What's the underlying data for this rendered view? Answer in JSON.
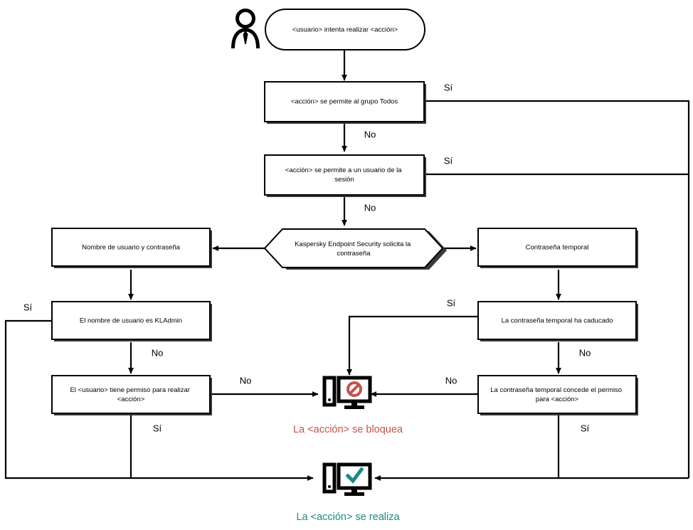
{
  "diagram": {
    "title": "Flujo de autorizacion de acciones de Kaspersky Endpoint Security",
    "colors": {
      "stroke": "#000000",
      "box_fill": "#ffffff",
      "blocked": "#C4524A",
      "allowed": "#1A8A82",
      "background": "#ffffff"
    }
  },
  "actor": {
    "icon": "person-icon"
  },
  "nodes": {
    "start": {
      "label": "<usuario> intenta realizar <acción>",
      "shape": "rounded-terminator"
    },
    "group_everyone": {
      "label": "<acción> se permite al grupo Todos",
      "shape": "rectangle"
    },
    "session_user": {
      "label": "<acción> se permite a un usuario de la sesión",
      "shape": "rectangle"
    },
    "kes_prompt": {
      "label": "Kaspersky Endpoint Security solicita la contraseña",
      "shape": "hexagon"
    },
    "user_password": {
      "label": "Nombre de usuario y contraseña",
      "shape": "rectangle"
    },
    "temp_password": {
      "label": "Contraseña temporal",
      "shape": "rectangle"
    },
    "is_kladmin": {
      "label": "El nombre de usuario es KLAdmin",
      "shape": "rectangle"
    },
    "temp_expired": {
      "label": "La contraseña temporal ha caducado",
      "shape": "rectangle"
    },
    "user_has_permission": {
      "label_line1": "El <usuario> tiene permiso para realizar",
      "label_line2": "<acción>",
      "shape": "rectangle"
    },
    "temp_grants_permission": {
      "label_line1": "La contraseña temporal concede el permiso",
      "label_line2": "para <acción>",
      "shape": "rectangle"
    }
  },
  "outcomes": {
    "blocked": {
      "icon": "computer-blocked-icon",
      "label": "La <acción> se bloquea",
      "color": "#C4524A"
    },
    "allowed": {
      "icon": "computer-allowed-icon",
      "label": "La <acción> se realiza",
      "color": "#1A8A82"
    }
  },
  "edge_labels": {
    "yes_group_everyone": "Sí",
    "no_group_everyone": "No",
    "yes_session_user": "Sí",
    "no_session_user": "No",
    "yes_is_kladmin": "Sí",
    "no_is_kladmin": "No",
    "si_user_has_permission": "Sí",
    "no_user_has_permission": "No",
    "yes_temp_expired": "Sí",
    "no_temp_expired": "No",
    "no_temp_grants": "No",
    "si_temp_grants": "Sí"
  }
}
